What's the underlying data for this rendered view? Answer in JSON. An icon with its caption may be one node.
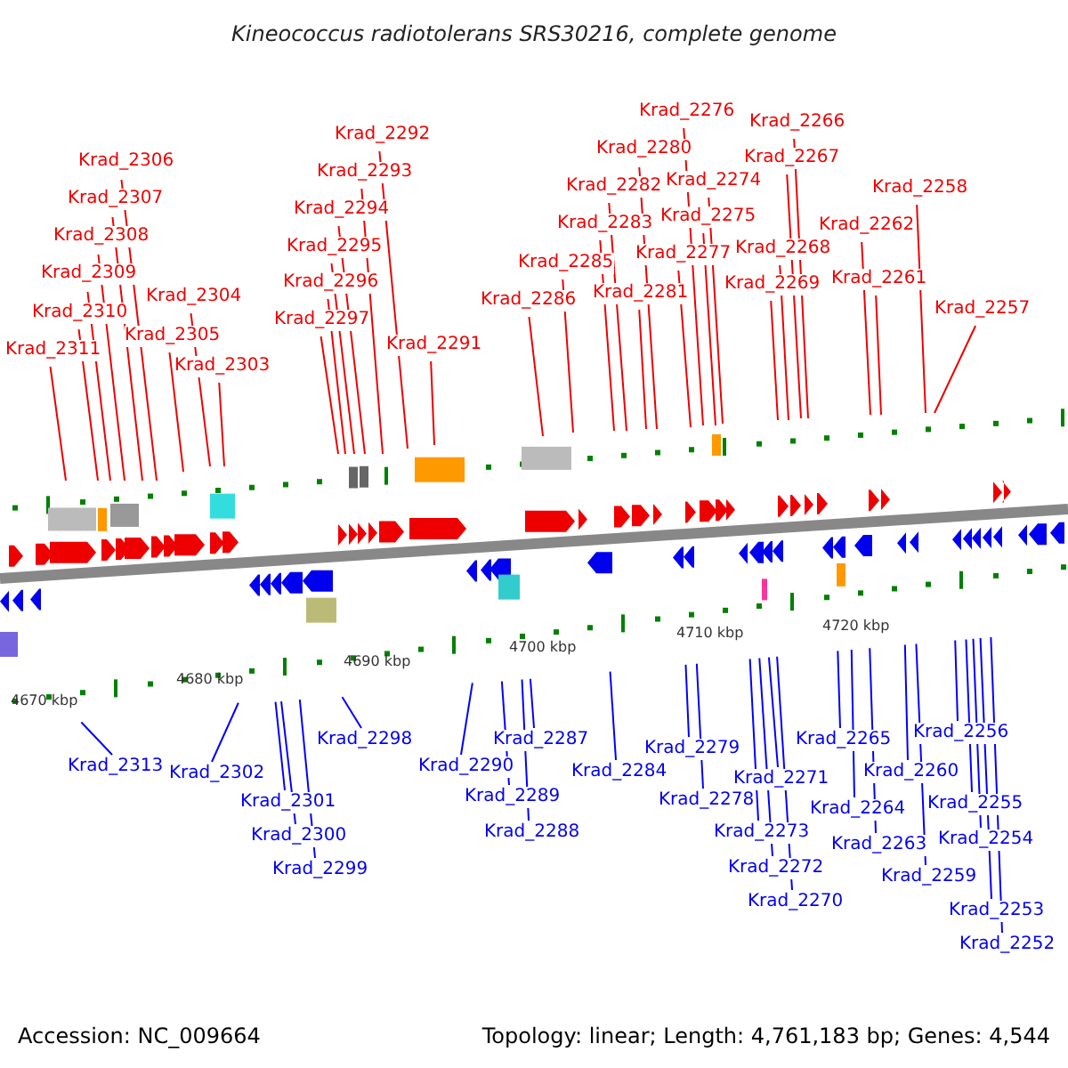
{
  "diagram": {
    "title": "Kineococcus radiotolerans SRS30216, complete genome",
    "nodes": [
      {
        "text": [
          "Krad_2306"
        ]
      },
      {
        "text": [
          "Krad_2307"
        ]
      },
      {
        "text": [
          "Krad_2308"
        ]
      },
      {
        "text": [
          "Krad_2309"
        ]
      },
      {
        "text": [
          "Krad_2310"
        ]
      },
      {
        "text": [
          "Krad_2311"
        ]
      },
      {
        "text": [
          "Krad_2304"
        ]
      },
      {
        "text": [
          "Krad_2305"
        ]
      },
      {
        "text": [
          "Krad_2303"
        ]
      },
      {
        "text": [
          "Krad_2292"
        ]
      },
      {
        "text": [
          "Krad_2293"
        ]
      },
      {
        "text": [
          "Krad_2294"
        ]
      },
      {
        "text": [
          "Krad_2295"
        ]
      },
      {
        "text": [
          "Krad_2296"
        ]
      },
      {
        "text": [
          "Krad_2297"
        ]
      },
      {
        "text": [
          "Krad_2291"
        ]
      },
      {
        "text": [
          "Krad_2276"
        ]
      },
      {
        "text": [
          "Krad_2266"
        ]
      },
      {
        "text": [
          "Krad_2280"
        ]
      },
      {
        "text": [
          "Krad_2267"
        ]
      },
      {
        "text": [
          "Krad_2274"
        ]
      },
      {
        "text": [
          "Krad_2282"
        ]
      },
      {
        "text": [
          "Krad_2258"
        ]
      },
      {
        "text": [
          "Krad_2275"
        ]
      },
      {
        "text": [
          "Krad_2283"
        ]
      },
      {
        "text": [
          "Krad_2262"
        ]
      },
      {
        "text": [
          "Krad_2268"
        ]
      },
      {
        "text": [
          "Krad_2277"
        ]
      },
      {
        "text": [
          "Krad_2285"
        ]
      },
      {
        "text": [
          "Krad_2261"
        ]
      },
      {
        "text": [
          "Krad_2281"
        ]
      },
      {
        "text": [
          "Krad_2269"
        ]
      },
      {
        "text": [
          "Krad_2286"
        ]
      },
      {
        "text": [
          "Krad_2257"
        ]
      },
      {
        "text": [
          "Krad_2256"
        ]
      },
      {
        "text": [
          "Krad_2298"
        ]
      },
      {
        "text": [
          "Krad_2265"
        ]
      },
      {
        "text": [
          "Krad_2287"
        ]
      },
      {
        "text": [
          "Krad_2279"
        ]
      },
      {
        "text": [
          "Krad_2313"
        ]
      },
      {
        "text": [
          "Krad_2290"
        ]
      },
      {
        "text": [
          "Krad_2284"
        ]
      },
      {
        "text": [
          "Krad_2260"
        ]
      },
      {
        "text": [
          "Krad_2302"
        ]
      },
      {
        "text": [
          "Krad_2271"
        ]
      },
      {
        "text": [
          "Krad_2289"
        ]
      },
      {
        "text": [
          "Krad_2278"
        ]
      },
      {
        "text": [
          "Krad_2301"
        ]
      },
      {
        "text": [
          "Krad_2255"
        ]
      },
      {
        "text": [
          "Krad_2264"
        ]
      },
      {
        "text": [
          "Krad_2288"
        ]
      },
      {
        "text": [
          "Krad_2273"
        ]
      },
      {
        "text": [
          "Krad_2300"
        ]
      },
      {
        "text": [
          "Krad_2254"
        ]
      },
      {
        "text": [
          "Krad_2263"
        ]
      },
      {
        "text": [
          "Krad_2272"
        ]
      },
      {
        "text": [
          "Krad_2299"
        ]
      },
      {
        "text": [
          "Krad_2259"
        ]
      },
      {
        "text": [
          "Krad_2270"
        ]
      },
      {
        "text": [
          "Krad_2253"
        ]
      },
      {
        "text": [
          "Krad_2252"
        ]
      }
    ],
    "edges": [
      {
        "from": 0,
        "to": null,
        "arrow": "none"
      },
      {
        "from": 1,
        "to": null,
        "arrow": "none"
      },
      {
        "from": 2,
        "to": null,
        "arrow": "none"
      },
      {
        "from": 3,
        "to": null,
        "arrow": "none"
      },
      {
        "from": 4,
        "to": null,
        "arrow": "none"
      },
      {
        "from": 5,
        "to": null,
        "arrow": "none"
      },
      {
        "from": 6,
        "to": null,
        "arrow": "none"
      },
      {
        "from": 7,
        "to": null,
        "arrow": "none"
      },
      {
        "from": 8,
        "to": null,
        "arrow": "none"
      },
      {
        "from": 9,
        "to": null,
        "arrow": "none"
      },
      {
        "from": 10,
        "to": null,
        "arrow": "none"
      },
      {
        "from": 11,
        "to": null,
        "arrow": "none"
      },
      {
        "from": 12,
        "to": null,
        "arrow": "none"
      },
      {
        "from": 13,
        "to": null,
        "arrow": "none"
      },
      {
        "from": 14,
        "to": null,
        "arrow": "none"
      },
      {
        "from": 15,
        "to": null,
        "arrow": "none"
      },
      {
        "from": 16,
        "to": null,
        "arrow": "none"
      },
      {
        "from": 17,
        "to": null,
        "arrow": "none"
      },
      {
        "from": 18,
        "to": null,
        "arrow": "none"
      },
      {
        "from": 19,
        "to": null,
        "arrow": "none"
      },
      {
        "from": 20,
        "to": null,
        "arrow": "none"
      },
      {
        "from": 21,
        "to": null,
        "arrow": "none"
      },
      {
        "from": 22,
        "to": null,
        "arrow": "none"
      },
      {
        "from": 23,
        "to": null,
        "arrow": "none"
      },
      {
        "from": 24,
        "to": null,
        "arrow": "none"
      },
      {
        "from": 25,
        "to": null,
        "arrow": "none"
      },
      {
        "from": 26,
        "to": null,
        "arrow": "none"
      },
      {
        "from": 27,
        "to": null,
        "arrow": "none"
      },
      {
        "from": 28,
        "to": null,
        "arrow": "none"
      },
      {
        "from": 29,
        "to": null,
        "arrow": "none"
      },
      {
        "from": 30,
        "to": null,
        "arrow": "none"
      },
      {
        "from": 31,
        "to": null,
        "arrow": "none"
      },
      {
        "from": 32,
        "to": null,
        "arrow": "none"
      },
      {
        "from": 33,
        "to": null,
        "arrow": "none"
      },
      {
        "from": 34,
        "to": null,
        "arrow": "none",
        "color": "#0000ff"
      },
      {
        "from": 35,
        "to": null,
        "arrow": "none",
        "color": "#0000ff"
      },
      {
        "from": 36,
        "to": null,
        "arrow": "none",
        "color": "#0000ff"
      },
      {
        "from": 37,
        "to": null,
        "arrow": "none",
        "color": "#0000ff"
      },
      {
        "from": 38,
        "to": null,
        "arrow": "none",
        "color": "#0000ff"
      },
      {
        "from": 39,
        "to": null,
        "arrow": "none",
        "color": "#0000ff"
      },
      {
        "from": 40,
        "to": null,
        "arrow": "none",
        "color": "#0000ff"
      },
      {
        "from": 41,
        "to": null,
        "arrow": "none",
        "color": "#0000ff"
      },
      {
        "from": 42,
        "to": null,
        "arrow": "none",
        "color": "#0000ff"
      },
      {
        "from": 43,
        "to": null,
        "arrow": "none",
        "color": "#0000ff"
      },
      {
        "from": 44,
        "to": null,
        "arrow": "none",
        "color": "#0000ff"
      },
      {
        "from": 45,
        "to": null,
        "arrow": "none",
        "color": "#0000ff"
      },
      {
        "from": 46,
        "to": null,
        "arrow": "none",
        "color": "#0000ff"
      },
      {
        "from": 47,
        "to": null,
        "arrow": "none",
        "color": "#0000ff"
      },
      {
        "from": 48,
        "to": null,
        "arrow": "none",
        "color": "#0000ff"
      },
      {
        "from": 49,
        "to": null,
        "arrow": "none",
        "color": "#0000ff"
      },
      {
        "from": 50,
        "to": null,
        "arrow": "none",
        "color": "#0000ff"
      },
      {
        "from": 51,
        "to": null,
        "arrow": "none",
        "color": "#0000ff"
      },
      {
        "from": 52,
        "to": null,
        "arrow": "none",
        "color": "#0000ff"
      },
      {
        "from": 53,
        "to": null,
        "arrow": "none",
        "color": "#0000ff"
      },
      {
        "from": 54,
        "to": null,
        "arrow": "none",
        "color": "#0000ff"
      },
      {
        "from": 55,
        "to": null,
        "arrow": "none",
        "color": "#0000ff"
      },
      {
        "from": 56,
        "to": null,
        "arrow": "none",
        "color": "#0000ff"
      },
      {
        "from": 57,
        "to": null,
        "arrow": "none",
        "color": "#0000ff"
      },
      {
        "from": 58,
        "to": null,
        "arrow": "none",
        "color": "#0000ff"
      },
      {
        "from": 59,
        "to": null,
        "arrow": "none",
        "color": "#0000ff"
      },
      {
        "from": 60,
        "to": null,
        "arrow": "none",
        "color": "#0000ff"
      }
    ],
    "labels": [
      "4670 kbp",
      "4680 kbp",
      "4690 kbp",
      "4700 kbp",
      "4710 kbp",
      "4720 kbp",
      "Accession: NC_009664",
      "Topology: linear; Length: 4,761,183 bp; Genes: 4,544"
    ]
  }
}
